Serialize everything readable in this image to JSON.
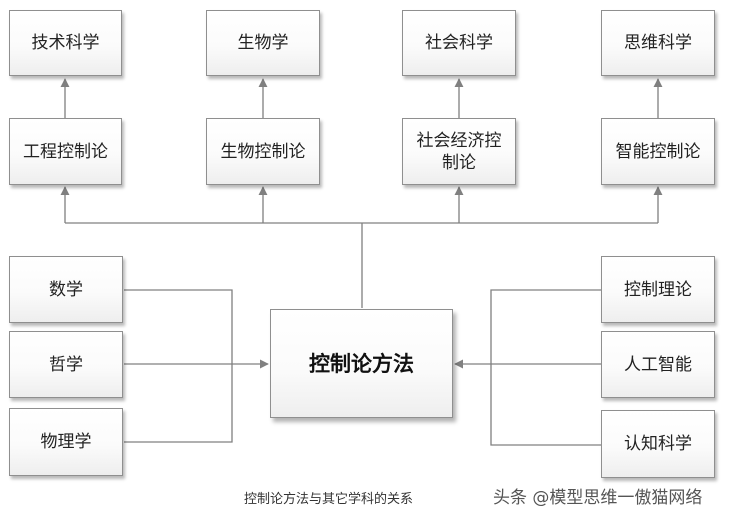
{
  "diagram": {
    "center": "控制论方法",
    "top_row": [
      "技术科学",
      "生物学",
      "社会科学",
      "思维科学"
    ],
    "middle_row": [
      "工程控制论",
      "生物控制论",
      "社会经济控制论",
      "智能控制论"
    ],
    "left_inputs": [
      "数学",
      "哲学",
      "物理学"
    ],
    "right_inputs": [
      "控制理论",
      "人工智能",
      "认知科学"
    ],
    "caption": "控制论方法与其它学科的关系"
  },
  "watermark": "头条 @模型思维一傲猫网络"
}
